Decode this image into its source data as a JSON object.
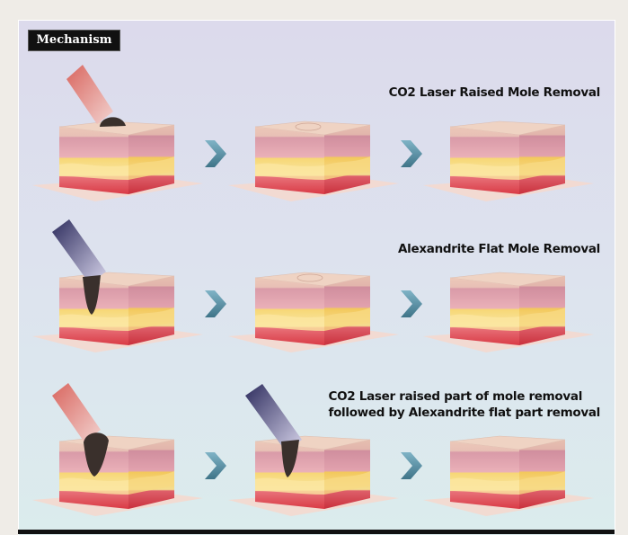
{
  "badge": {
    "label": "Mechanism"
  },
  "rows": [
    {
      "title": "CO2 Laser Raised Mole Removal"
    },
    {
      "title": "Alexandrite Flat Mole Removal"
    },
    {
      "title_line1": "CO2 Laser raised part of mole removal",
      "title_line2": "followed by Alexandrite flat part removal"
    }
  ],
  "colors": {
    "co2_laser": "#d9706a",
    "alexandrite_laser": "#3b3a6a",
    "arrow": "#4f8fa3",
    "mole": "#3a302c"
  }
}
